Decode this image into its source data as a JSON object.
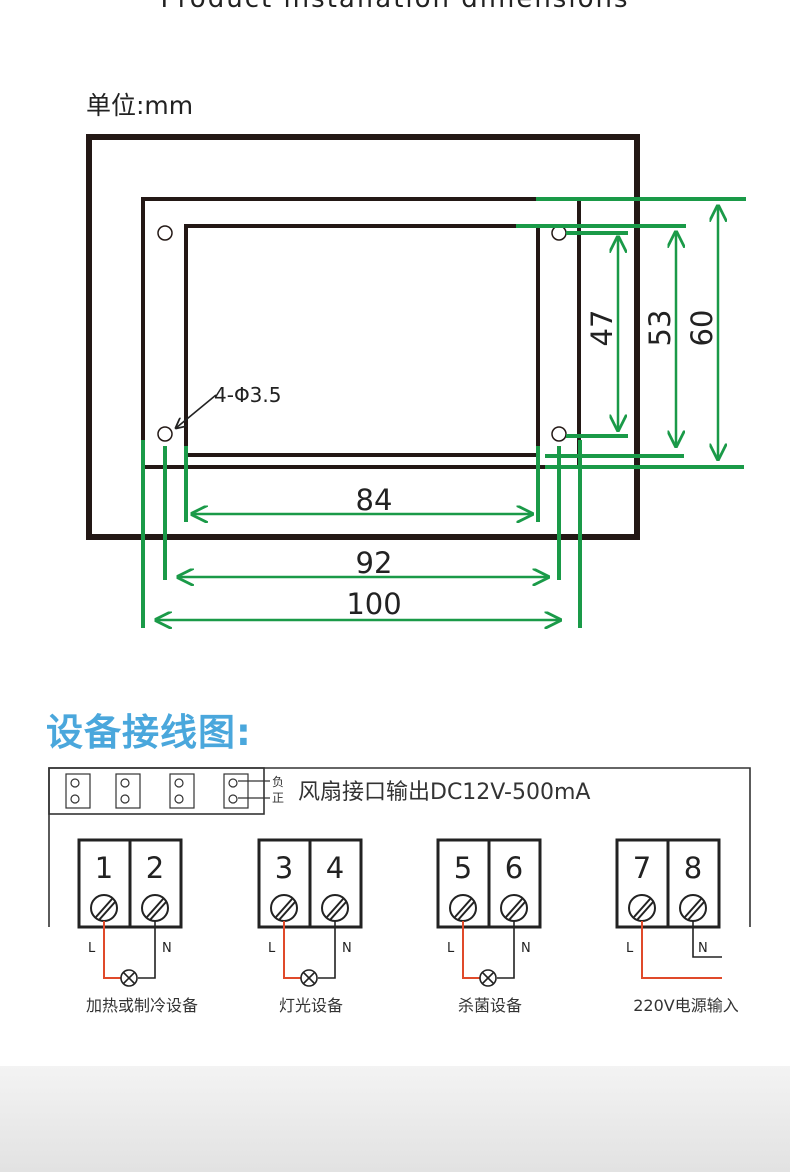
{
  "header": {
    "title": "Product installation dimensions"
  },
  "dimensions": {
    "unit_label": "单位:mm",
    "hole_label": "4-Φ3.5",
    "height_labels": [
      "47",
      "53",
      "60"
    ],
    "width_labels": [
      "84",
      "92",
      "100"
    ]
  },
  "wiring": {
    "section_title": "设备接线图:",
    "fan_labels": {
      "negative": "负",
      "positive": "正"
    },
    "fan_output": "风扇接口输出DC12V-500mA",
    "terminals": [
      "1",
      "2",
      "3",
      "4",
      "5",
      "6",
      "7",
      "8"
    ],
    "line_label": "L",
    "neutral_label": "N",
    "groups": [
      "加热或制冷设备",
      "灯光设备",
      "杀菌设备",
      "220V电源输入"
    ]
  },
  "colors": {
    "dimension": "#1a9a48",
    "wire": "#e04a2a",
    "title": "#4aa7dc",
    "frame": "#231815"
  }
}
